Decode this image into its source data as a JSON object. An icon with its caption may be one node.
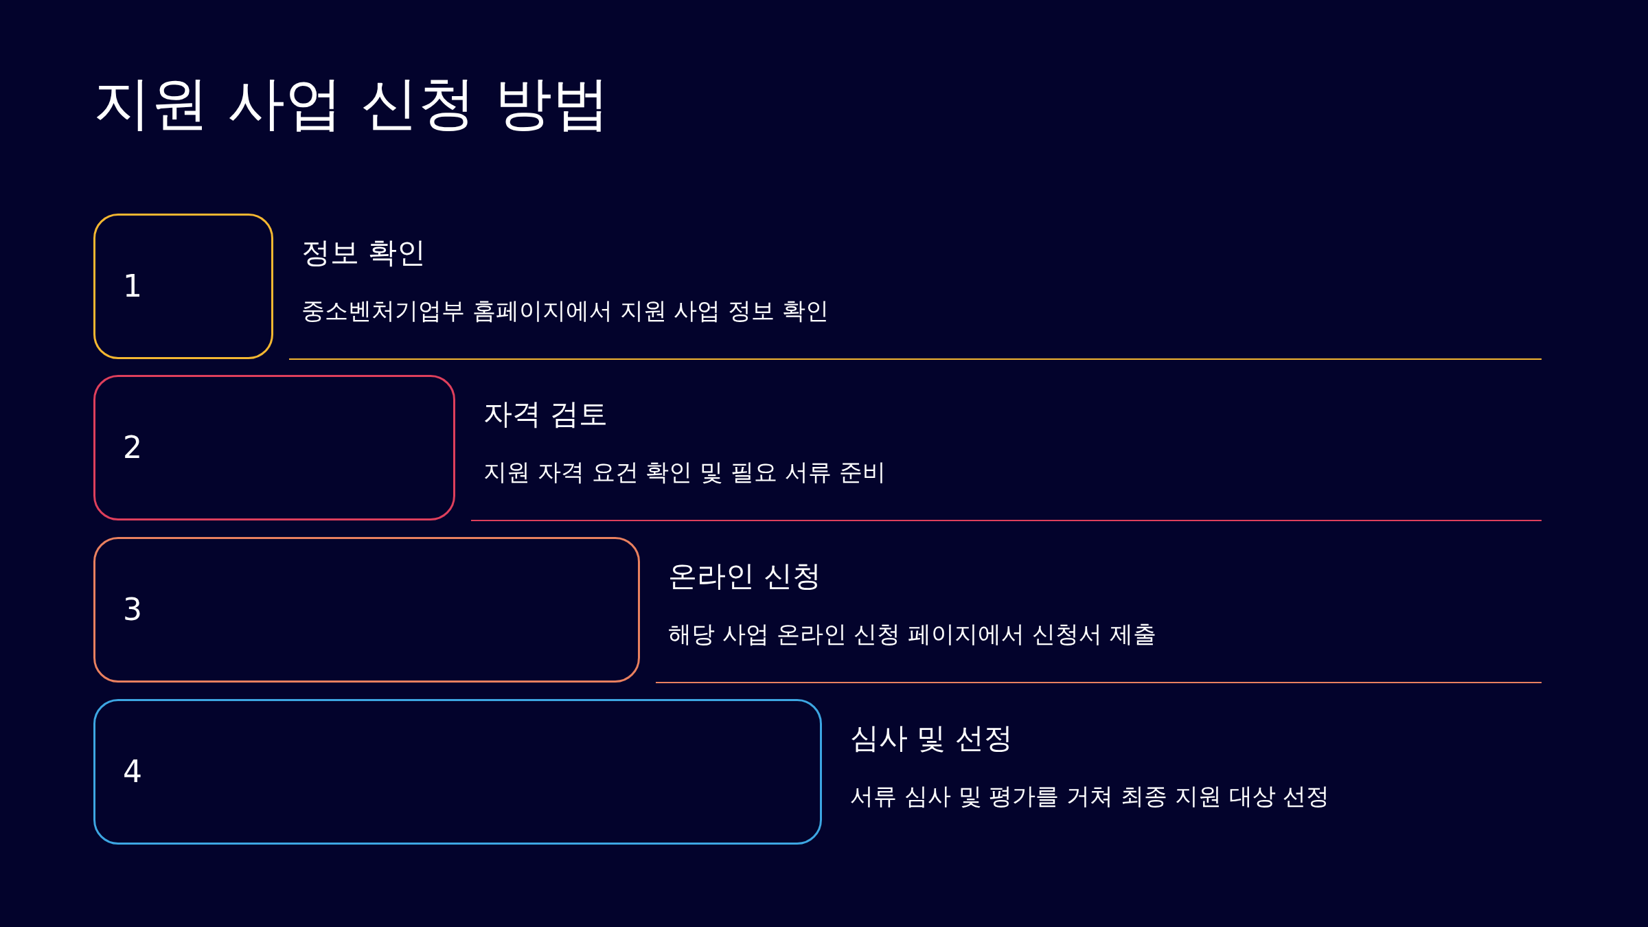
{
  "diagram": {
    "title": "지원 사업 신청 방법",
    "nodes": [
      {
        "text": [
          "1"
        ],
        "beside": [
          "정보 확인",
          "중소벤처기업부 홈페이지에서 지원 사업 정보 확인"
        ]
      },
      {
        "text": [
          "2"
        ],
        "beside": [
          "자격 검토",
          "지원 자격 요건 확인 및 필요 서류 준비"
        ]
      },
      {
        "text": [
          "3"
        ],
        "beside": [
          "온라인 신청",
          "해당 사업 온라인 신청 페이지에서 신청서 제출"
        ]
      },
      {
        "text": [
          "4"
        ],
        "beside": [
          "심사 및 선정",
          "서류 심사 및 평가를 거쳐 최종 지원 대상 선정"
        ]
      }
    ]
  }
}
